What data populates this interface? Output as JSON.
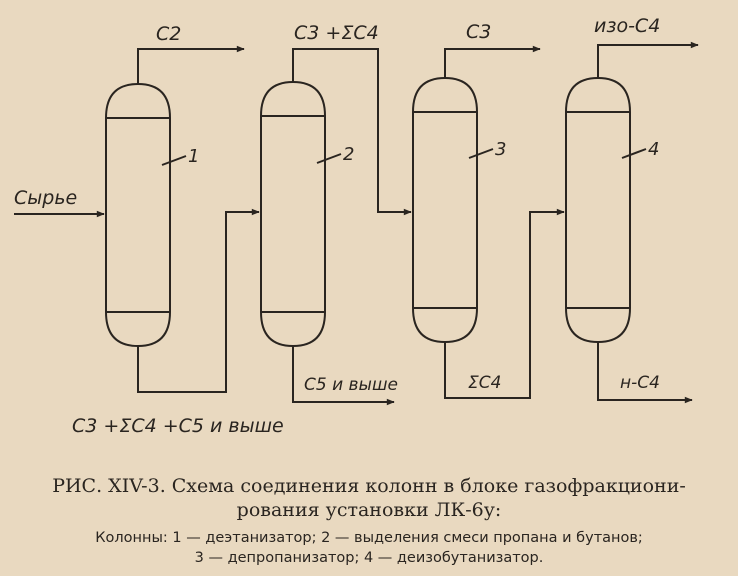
{
  "stream_labels": {
    "feed": "Сырье",
    "top1": "C2",
    "top2": "C3 +ΣC4",
    "top3": "C3",
    "top4": "изо-C4",
    "bottom1": "C3 +ΣC4 +C5 и выше",
    "bottom2": "C5 и выше",
    "bottom3": "ΣC4",
    "bottom4": "н-C4"
  },
  "column_numbers": [
    "1",
    "2",
    "3",
    "4"
  ],
  "caption": {
    "title": "РИС.  XIV-3. Схема соединения колонн в блоке газофракциони-",
    "title_cont": "рования установки ЛК-6у:",
    "legend_line1": "Колонны: 1 — деэтанизатор; 2 — выделения смеси пропана и бутанов;",
    "legend_line2": "3 — депропанизатор; 4 — деизобутанизатор."
  },
  "colors": {
    "paper": "#e9d9c0",
    "ink": "#2a2520"
  }
}
